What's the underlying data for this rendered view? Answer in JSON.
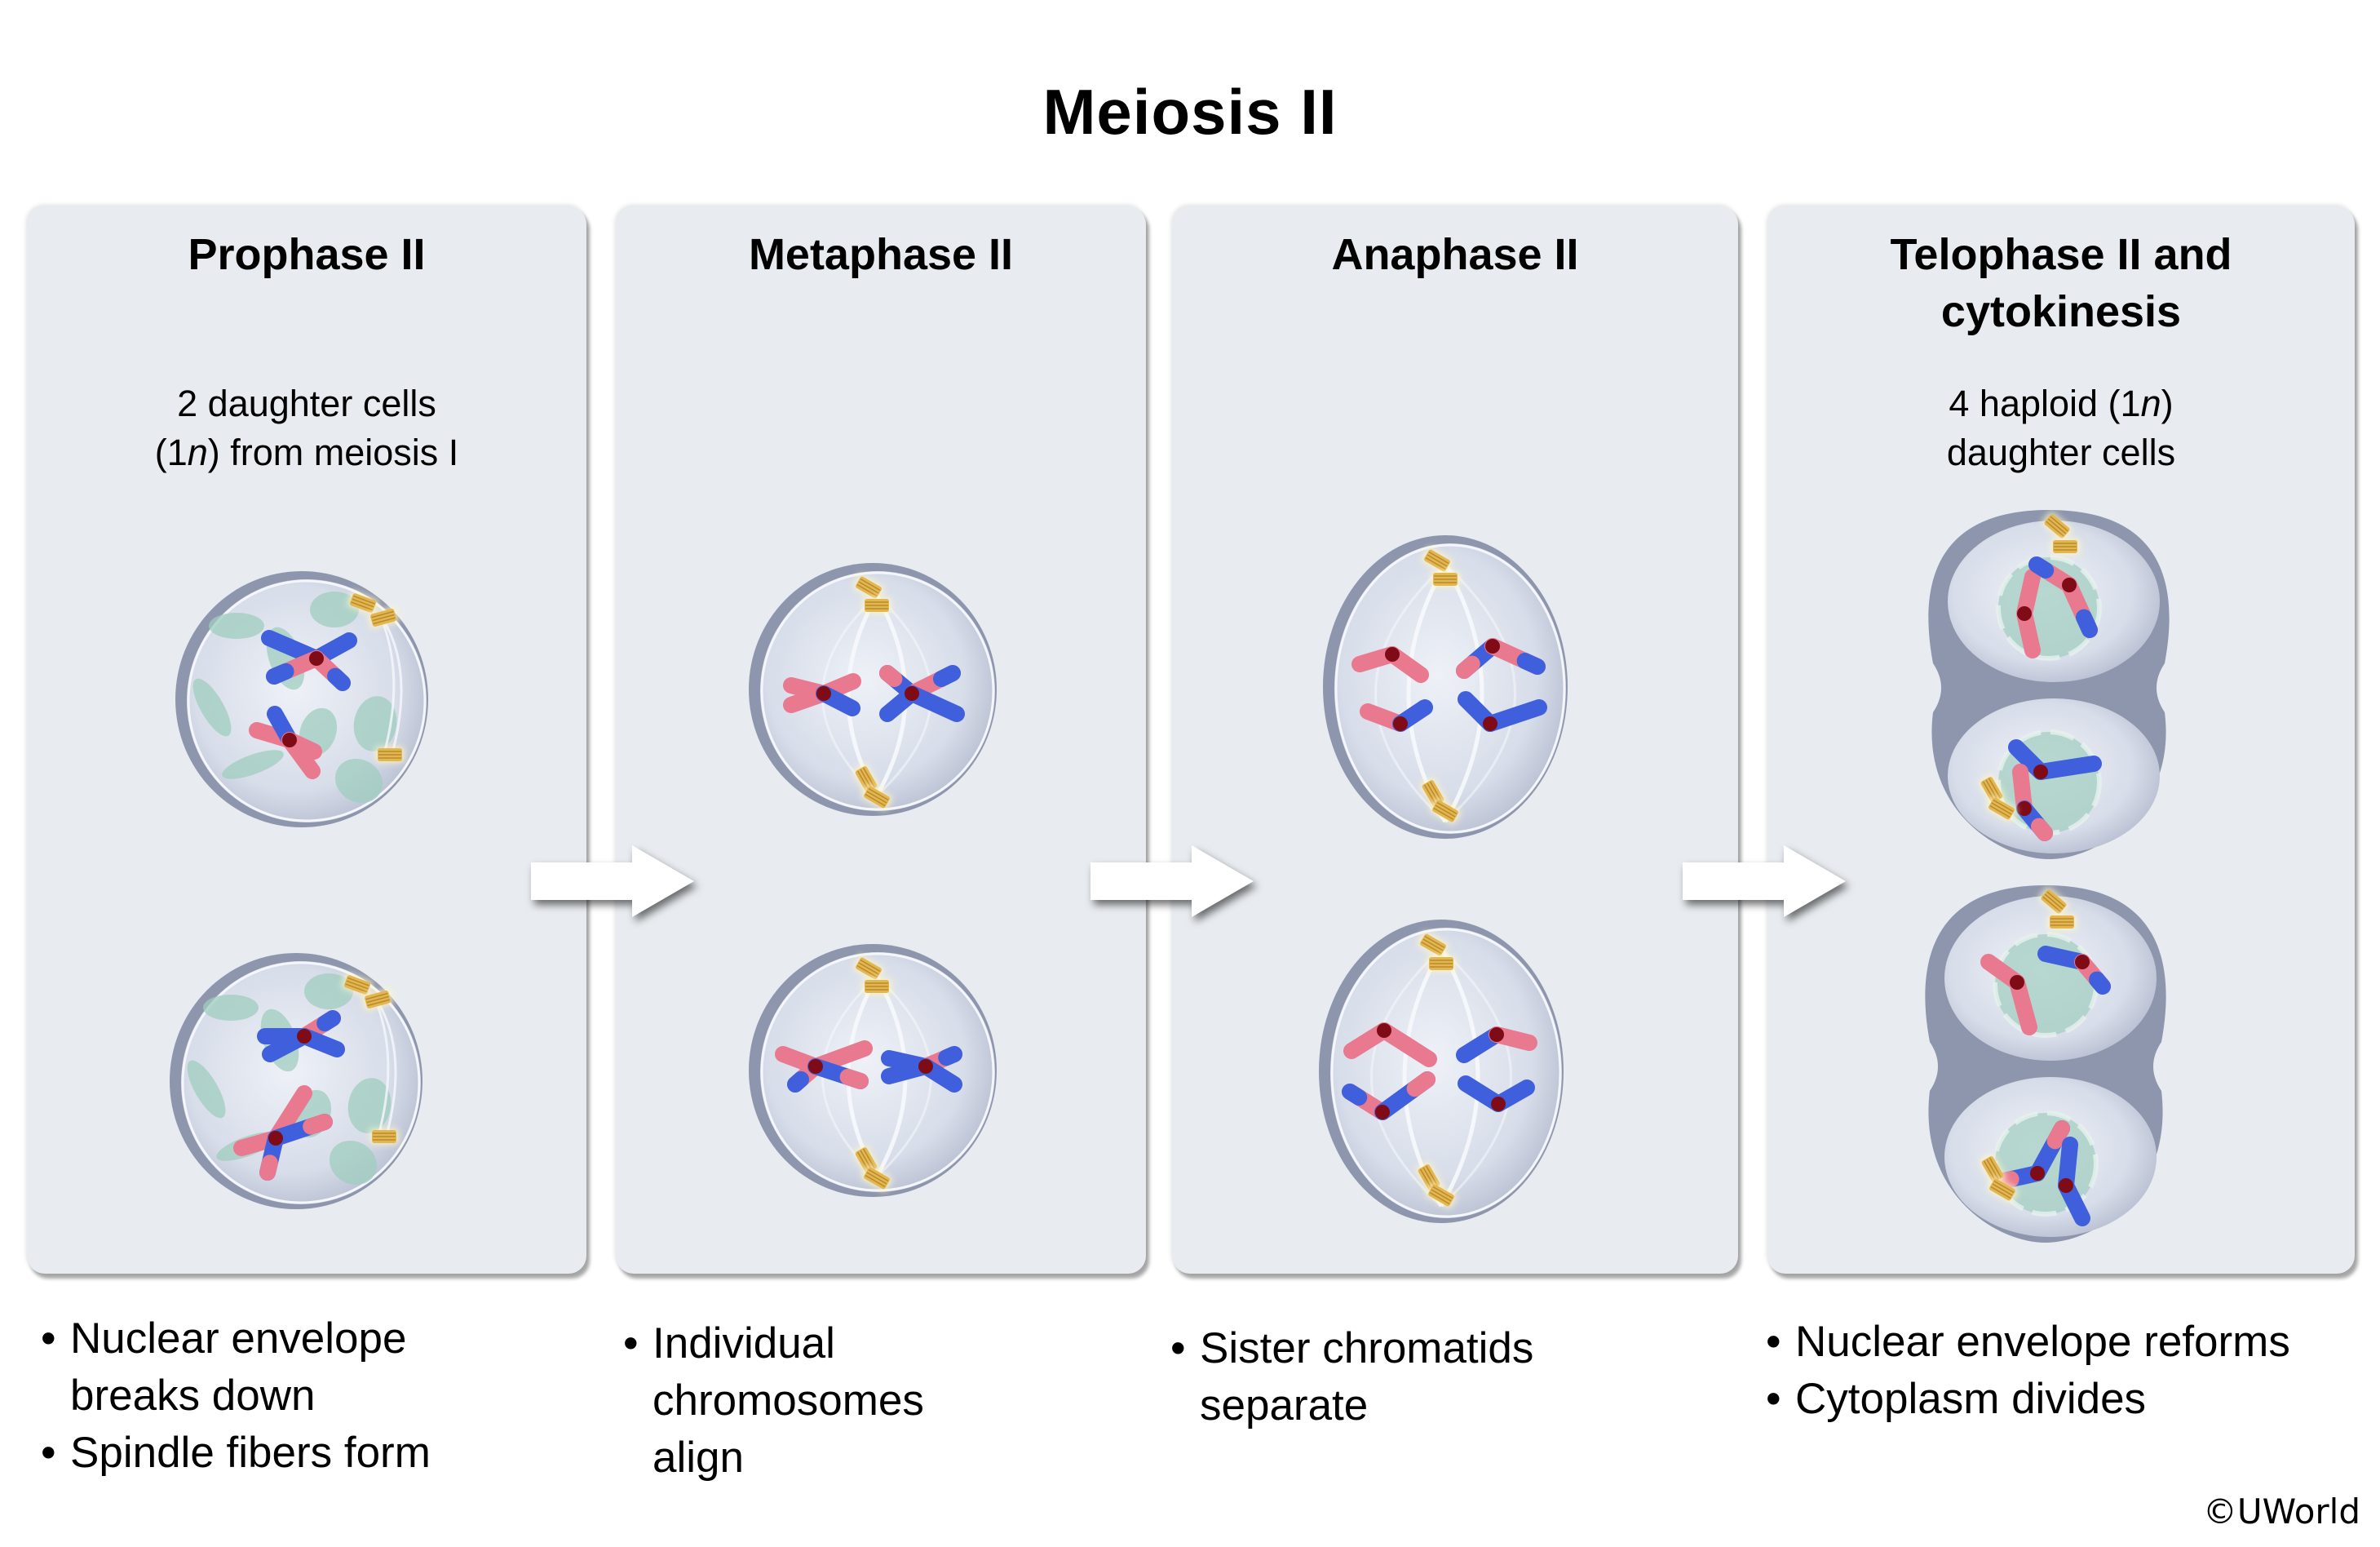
{
  "title": "Meiosis II",
  "colors": {
    "panel_bg": "#e8ecf0",
    "chromosome_blue": "#3f5fdc",
    "chromosome_pink": "#e9798f",
    "centromere": "#7e0b16",
    "nuclear_fragment": "#9fcdbf",
    "centriole": "#e3b650",
    "cell_fill": "#d7dde9",
    "cell_rim": "#8e96ad",
    "arrow": "#ffffff"
  },
  "panels": [
    {
      "heading": "Prophase II",
      "subtitle_line1": "2 daughter cells",
      "subtitle_line2_pre": "(1",
      "subtitle_line2_italic": "n",
      "subtitle_line2_post": ") from meiosis I",
      "illustration": "two-round-cells-fragmenting-nuclear-envelope",
      "bullets": [
        "Nuclear envelope breaks down",
        "Spindle fibers form"
      ]
    },
    {
      "heading": "Metaphase II",
      "illustration": "two-cells-chromosomes-at-metaphase-plate",
      "bullets": [
        "Individual chromosomes align"
      ]
    },
    {
      "heading": "Anaphase II",
      "illustration": "two-elongated-cells-chromatids-separating",
      "bullets": [
        "Sister chromatids separate"
      ]
    },
    {
      "heading_line1": "Telophase II and",
      "heading_line2": "cytokinesis",
      "subtitle_line1_pre": "4 haploid (1",
      "subtitle_line1_italic": "n",
      "subtitle_line1_post": ")",
      "subtitle_line2": "daughter cells",
      "illustration": "four-daughter-cells-pinching-apart",
      "bullets": [
        "Nuclear envelope reforms",
        "Cytoplasm divides"
      ]
    }
  ],
  "arrows": [
    "arrow-right-icon",
    "arrow-right-icon",
    "arrow-right-icon"
  ],
  "copyright": "©UWorld"
}
